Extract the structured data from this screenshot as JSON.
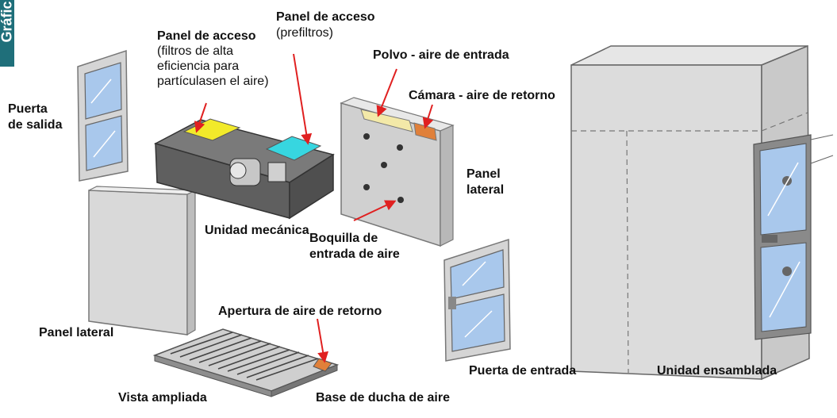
{
  "side_tab": {
    "text": "Gráfic"
  },
  "labels": {
    "panel_acceso_prefiltros_title": "Panel de acceso",
    "panel_acceso_prefiltros_sub": "(prefiltros)",
    "panel_acceso_hepa_title": "Panel de acceso",
    "panel_acceso_hepa_sub1": "(filtros de alta",
    "panel_acceso_hepa_sub2": "eficiencia para",
    "panel_acceso_hepa_sub3": "partículasen el aire)",
    "polvo_aire_entrada": "Polvo - aire de entrada",
    "camara_aire_retorno": "Cámara - aire de retorno",
    "puerta_salida_1": "Puerta",
    "puerta_salida_2": "de salida",
    "panel_lateral_right_1": "Panel",
    "panel_lateral_right_2": "lateral",
    "unidad_mecanica": "Unidad mecánica",
    "boquilla_1": "Boquilla de",
    "boquilla_2": "entrada de aire",
    "apertura_retorno": "Apertura de aire de retorno",
    "panel_lateral_left": "Panel lateral",
    "puerta_entrada": "Puerta de entrada",
    "unidad_ensamblada": "Unidad ensamblada",
    "vista_ampliada": "Vista ampliada",
    "base_ducha": "Base de ducha de aire"
  },
  "colors": {
    "arrow": "#e02020",
    "glass": "#a9c8ec",
    "hepa_filter": "#f2ea2a",
    "prefilter": "#37d6e0",
    "panel_light": "#dcdcdc",
    "unit_dark": "#5f5f5f",
    "return_chamber": "#e0803a",
    "dust_chamber": "#f3e9a8"
  }
}
